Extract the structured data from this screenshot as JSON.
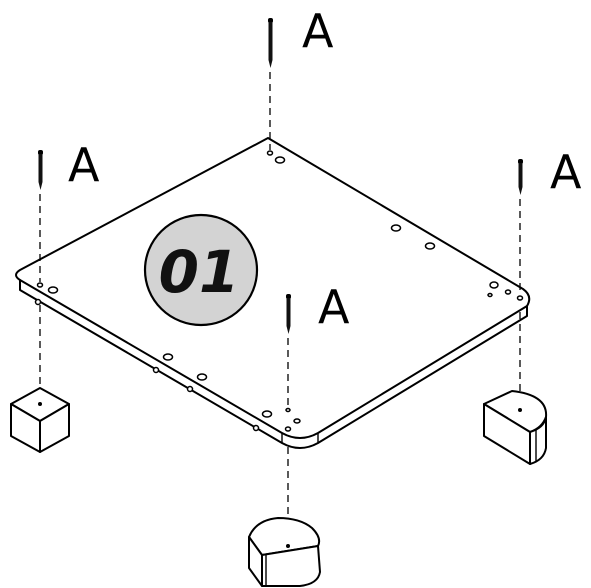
{
  "diagram": {
    "step_number": "01",
    "labels": {
      "screw_top": "A",
      "screw_left": "A",
      "screw_right": "A",
      "screw_front": "A"
    }
  }
}
